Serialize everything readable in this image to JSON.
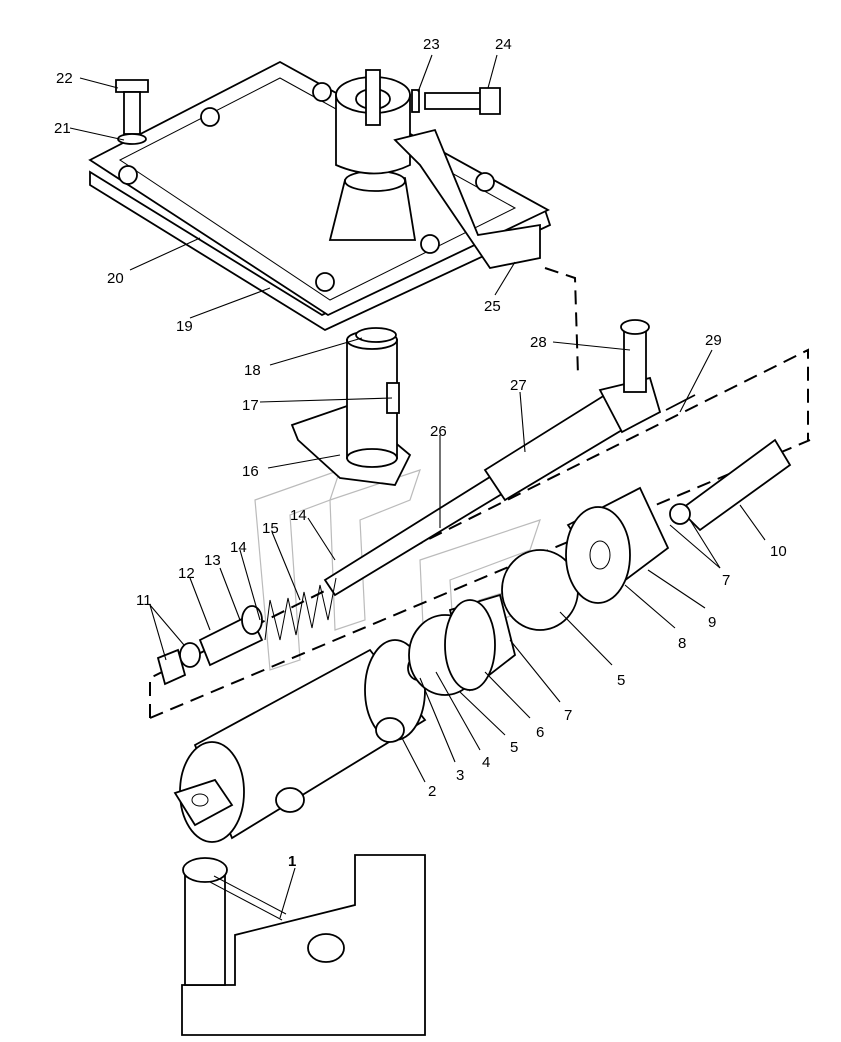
{
  "diagram": {
    "callouts": [
      {
        "id": "c1",
        "text": "1"
      },
      {
        "id": "c2",
        "text": "2"
      },
      {
        "id": "c3",
        "text": "3"
      },
      {
        "id": "c4",
        "text": "4"
      },
      {
        "id": "c5a",
        "text": "5"
      },
      {
        "id": "c5b",
        "text": "5"
      },
      {
        "id": "c6",
        "text": "6"
      },
      {
        "id": "c7a",
        "text": "7"
      },
      {
        "id": "c7b",
        "text": "7"
      },
      {
        "id": "c8",
        "text": "8"
      },
      {
        "id": "c9",
        "text": "9"
      },
      {
        "id": "c10",
        "text": "10"
      },
      {
        "id": "c11",
        "text": "11"
      },
      {
        "id": "c12",
        "text": "12"
      },
      {
        "id": "c13",
        "text": "13"
      },
      {
        "id": "c14a",
        "text": "14"
      },
      {
        "id": "c14b",
        "text": "14"
      },
      {
        "id": "c15",
        "text": "15"
      },
      {
        "id": "c16",
        "text": "16"
      },
      {
        "id": "c17",
        "text": "17"
      },
      {
        "id": "c18",
        "text": "18"
      },
      {
        "id": "c19",
        "text": "19"
      },
      {
        "id": "c20",
        "text": "20"
      },
      {
        "id": "c21",
        "text": "21"
      },
      {
        "id": "c22",
        "text": "22"
      },
      {
        "id": "c23",
        "text": "23"
      },
      {
        "id": "c24",
        "text": "24"
      },
      {
        "id": "c25",
        "text": "25"
      },
      {
        "id": "c26",
        "text": "26"
      },
      {
        "id": "c27",
        "text": "27"
      },
      {
        "id": "c28",
        "text": "28"
      },
      {
        "id": "c29",
        "text": "29"
      }
    ]
  }
}
